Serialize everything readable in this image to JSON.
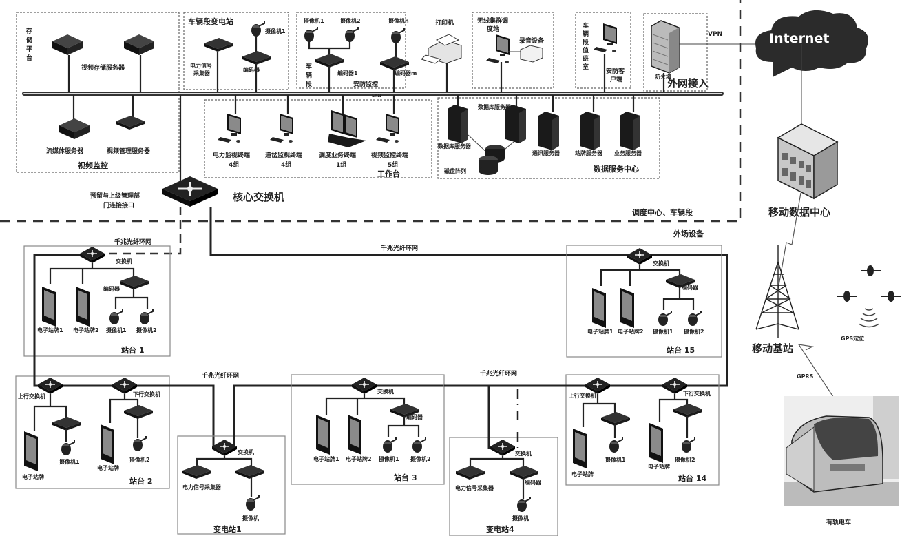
{
  "zones": {
    "video_monitoring": "视频监控",
    "storage_platform": "存储平台",
    "depot_substation": "车辆段变电站",
    "depot_security": "安防监控",
    "depot_side": "车辆段",
    "workstation": "工作台",
    "wireless_dispatch": "无线集群调度站",
    "depot_duty_room": "车辆段值班室",
    "external_access": "外网接入",
    "data_center": "数据服务中心",
    "control_center": "调度中心、车辆段",
    "field_equipment": "外场设备"
  },
  "devices": {
    "video_storage_server": "视频存储服务器",
    "streaming_server": "流媒体服务器",
    "video_mgmt_server": "视频管理服务器",
    "power_signal_collector": "电力信号采集器",
    "encoder": "编码器",
    "camera1": "摄像机1",
    "camera2": "摄像机2",
    "camera_n": "摄像机n",
    "camera": "摄像机",
    "encoder1": "编码器1",
    "encoder_m": "编码器m",
    "printer": "打印机",
    "recorder": "录音设备",
    "security_client": "安防客户端",
    "firewall": "防火墙",
    "vpn": "VPN",
    "lan": "LAN",
    "power_terminal": "电力监视终端",
    "power_terminal_count": "4组",
    "switch_terminal": "道岔监视终端",
    "switch_terminal_count": "4组",
    "dispatch_terminal": "调度业务终端",
    "dispatch_terminal_count": "1组",
    "video_terminal": "视频监控终端",
    "video_terminal_count": "5组",
    "db_server": "数据库服务器",
    "disk_array": "磁盘阵列",
    "comm_server": "通讯服务器",
    "sign_server": "站牌服务器",
    "biz_server": "业务服务器",
    "core_switch": "核心交换机",
    "reserved_port": "预留与上级管理部门连接接口",
    "switch": "交换机",
    "up_switch": "上行交换机",
    "down_switch": "下行交换机",
    "e_sign": "电子站牌",
    "e_sign1": "电子站牌1",
    "e_sign2": "电子站牌2",
    "internet": "Internet",
    "mobile_dc": "移动数据中心",
    "base_station": "移动基站",
    "gps": "GPS定位",
    "gprs": "GPRS",
    "tram": "有轨电车"
  },
  "network": {
    "ring": "千兆光纤环网"
  },
  "stations": {
    "s1": "站台 1",
    "s2": "站台 2",
    "s3": "站台 3",
    "s14": "站台 14",
    "s15": "站台 15",
    "sub1": "变电站1",
    "sub4": "变电站4"
  }
}
